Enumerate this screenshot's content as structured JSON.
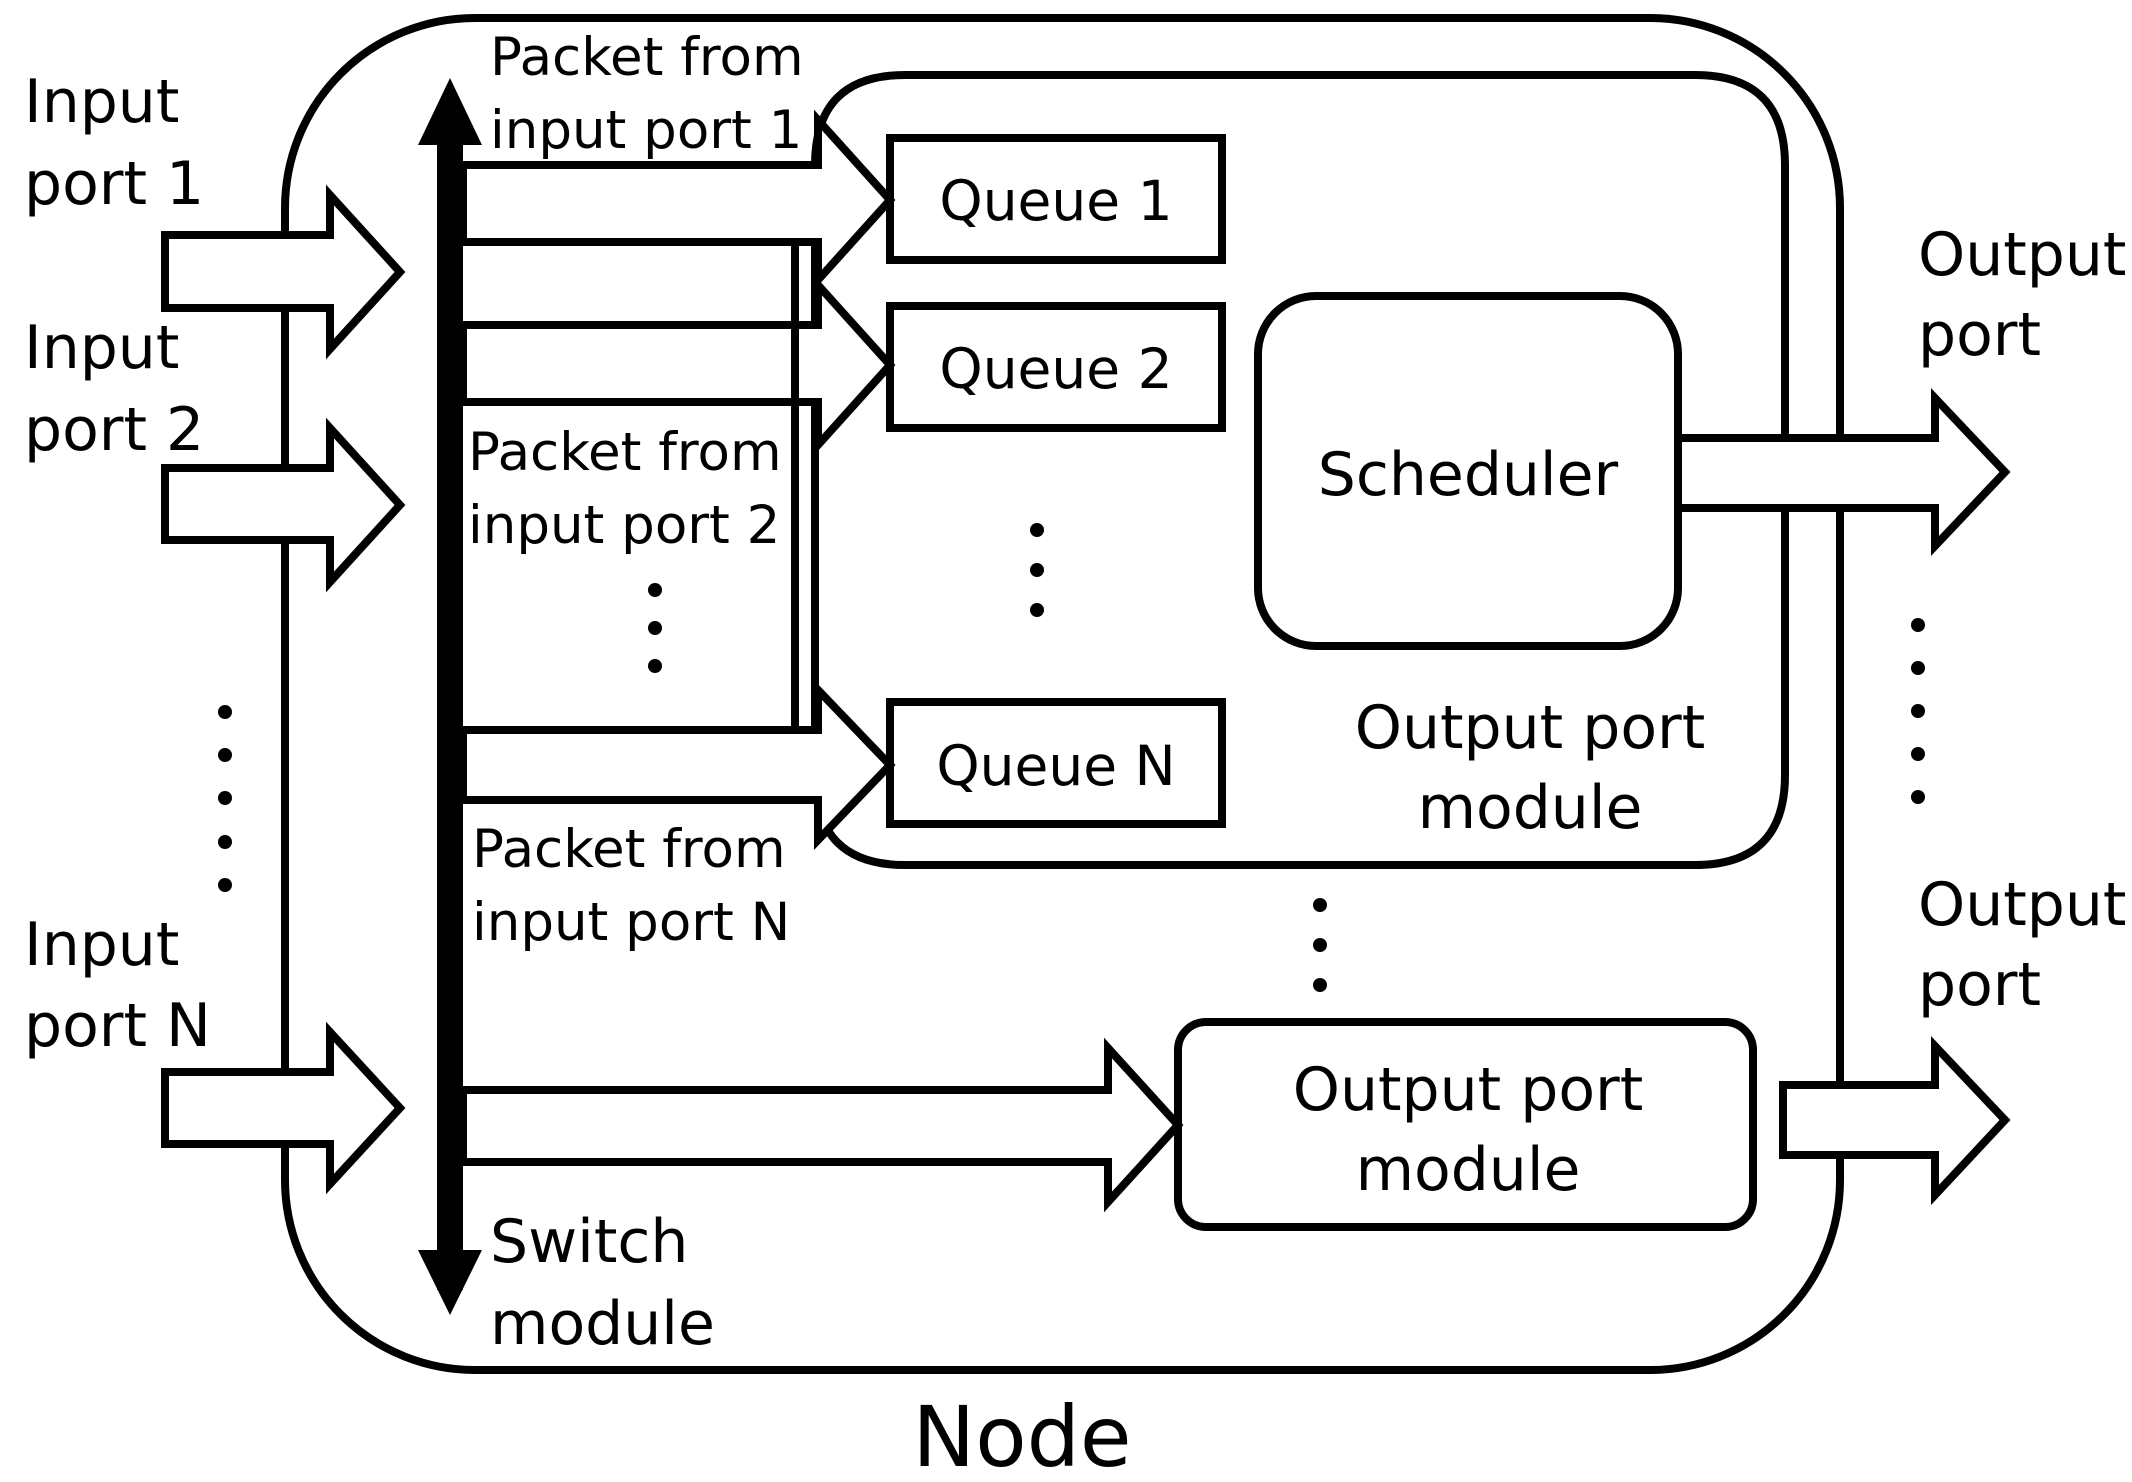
{
  "node_label": "Node",
  "input_ports": [
    {
      "line1": "Input",
      "line2": "port 1"
    },
    {
      "line1": "Input",
      "line2": "port 2"
    },
    {
      "line1": "Input",
      "line2": "port N"
    }
  ],
  "output_ports": [
    {
      "line1": "Output",
      "line2": "port"
    },
    {
      "line1": "Output",
      "line2": "port"
    }
  ],
  "switch_module": {
    "line1": "Switch",
    "line2": "module"
  },
  "packet_labels": [
    {
      "line1": "Packet from",
      "line2": "input port 1"
    },
    {
      "line1": "Packet from",
      "line2": "input port 2"
    },
    {
      "line1": "Packet from",
      "line2": "input port N"
    }
  ],
  "queues": [
    "Queue 1",
    "Queue 2",
    "Queue N"
  ],
  "scheduler": "Scheduler",
  "output_port_modules": [
    {
      "line1": "Output port",
      "line2": "module"
    },
    {
      "line1": "Output port",
      "line2": "module"
    }
  ],
  "colors": {
    "stroke": "#000000",
    "background": "#ffffff"
  }
}
